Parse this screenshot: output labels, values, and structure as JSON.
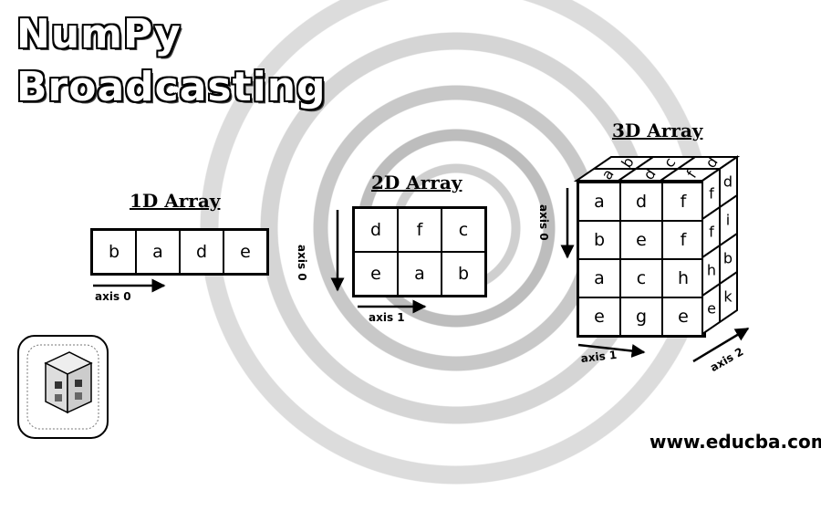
{
  "title": {
    "line1": "NumPy",
    "line2": "Broadcasting"
  },
  "array1d": {
    "heading": "1D Array",
    "cells": [
      "b",
      "a",
      "d",
      "e"
    ],
    "axis0": "axis 0"
  },
  "array2d": {
    "heading": "2D Array",
    "cells": [
      [
        "d",
        "f",
        "c"
      ],
      [
        "e",
        "a",
        "b"
      ]
    ],
    "axis0": "axis 0",
    "axis1": "axis 1"
  },
  "array3d": {
    "heading": "3D Array",
    "front": [
      [
        "a",
        "d",
        "f"
      ],
      [
        "b",
        "e",
        "f"
      ],
      [
        "a",
        "c",
        "h"
      ],
      [
        "e",
        "g",
        "e"
      ]
    ],
    "side": [
      [
        "f",
        "d"
      ],
      [
        "f",
        "i"
      ],
      [
        "h",
        "b"
      ],
      [
        "e",
        "k"
      ]
    ],
    "top": [
      [
        "b",
        "c",
        "d"
      ],
      [
        "a",
        "d",
        "f"
      ]
    ],
    "axis0": "axis 0",
    "axis1": "axis 1",
    "axis2": "axis 2"
  },
  "logo_icon": "numpy-cube-logo-icon",
  "website": "www.educba.com"
}
